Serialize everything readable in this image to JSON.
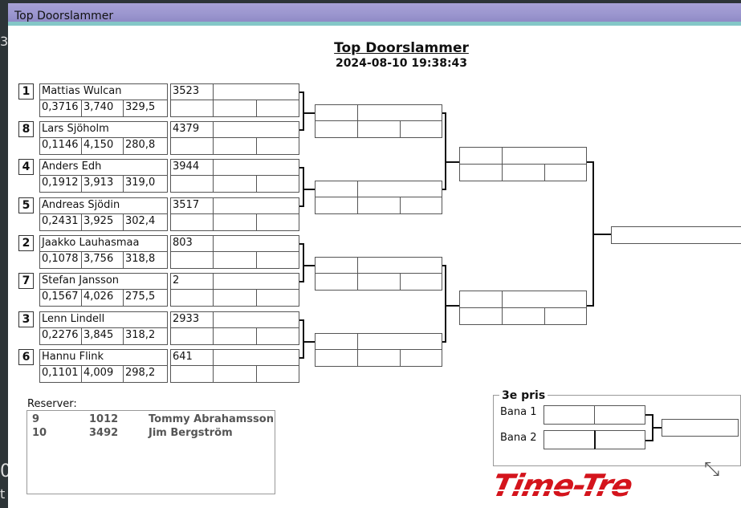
{
  "window": {
    "title": "Top Doorslammer"
  },
  "header": {
    "title": "Top Doorslammer",
    "datetime": "2024-08-10 19:38:43"
  },
  "entries": [
    {
      "seed": "1",
      "name": "Mattias Wulcan",
      "rt": "0,3716",
      "et": "3,740",
      "speed": "329,5",
      "number": "3523"
    },
    {
      "seed": "8",
      "name": "Lars Sjöholm",
      "rt": "0,1146",
      "et": "4,150",
      "speed": "280,8",
      "number": "4379"
    },
    {
      "seed": "4",
      "name": "Anders Edh",
      "rt": "0,1912",
      "et": "3,913",
      "speed": "319,0",
      "number": "3944"
    },
    {
      "seed": "5",
      "name": "Andreas Sjödin",
      "rt": "0,2431",
      "et": "3,925",
      "speed": "302,4",
      "number": "3517"
    },
    {
      "seed": "2",
      "name": "Jaakko Lauhasmaa",
      "rt": "0,1078",
      "et": "3,756",
      "speed": "318,8",
      "number": "803"
    },
    {
      "seed": "7",
      "name": "Stefan Jansson",
      "rt": "0,1567",
      "et": "4,026",
      "speed": "275,5",
      "number": "2"
    },
    {
      "seed": "3",
      "name": "Lenn Lindell",
      "rt": "0,2276",
      "et": "3,845",
      "speed": "318,2",
      "number": "2933"
    },
    {
      "seed": "6",
      "name": "Hannu Flink",
      "rt": "0,1101",
      "et": "4,009",
      "speed": "298,2",
      "number": "641"
    }
  ],
  "reserves": {
    "label": "Reserver:",
    "rows": [
      {
        "pos": "9",
        "number": "1012",
        "name": "Tommy Abrahamsson"
      },
      {
        "pos": "10",
        "number": "3492",
        "name": "Jim Bergström"
      }
    ]
  },
  "third_place": {
    "title": "3e pris",
    "lane1": "Bana 1",
    "lane2": "Bana 2"
  },
  "logo": {
    "text": "Time-Tre"
  },
  "colors": {
    "titlebar": "#9b96cf",
    "titlebar_border": "#84c7c7",
    "logo_red": "#d4141c"
  },
  "left_strip": {
    "top_char": "3",
    "mid_char": "0",
    "bottom_char": "t"
  }
}
